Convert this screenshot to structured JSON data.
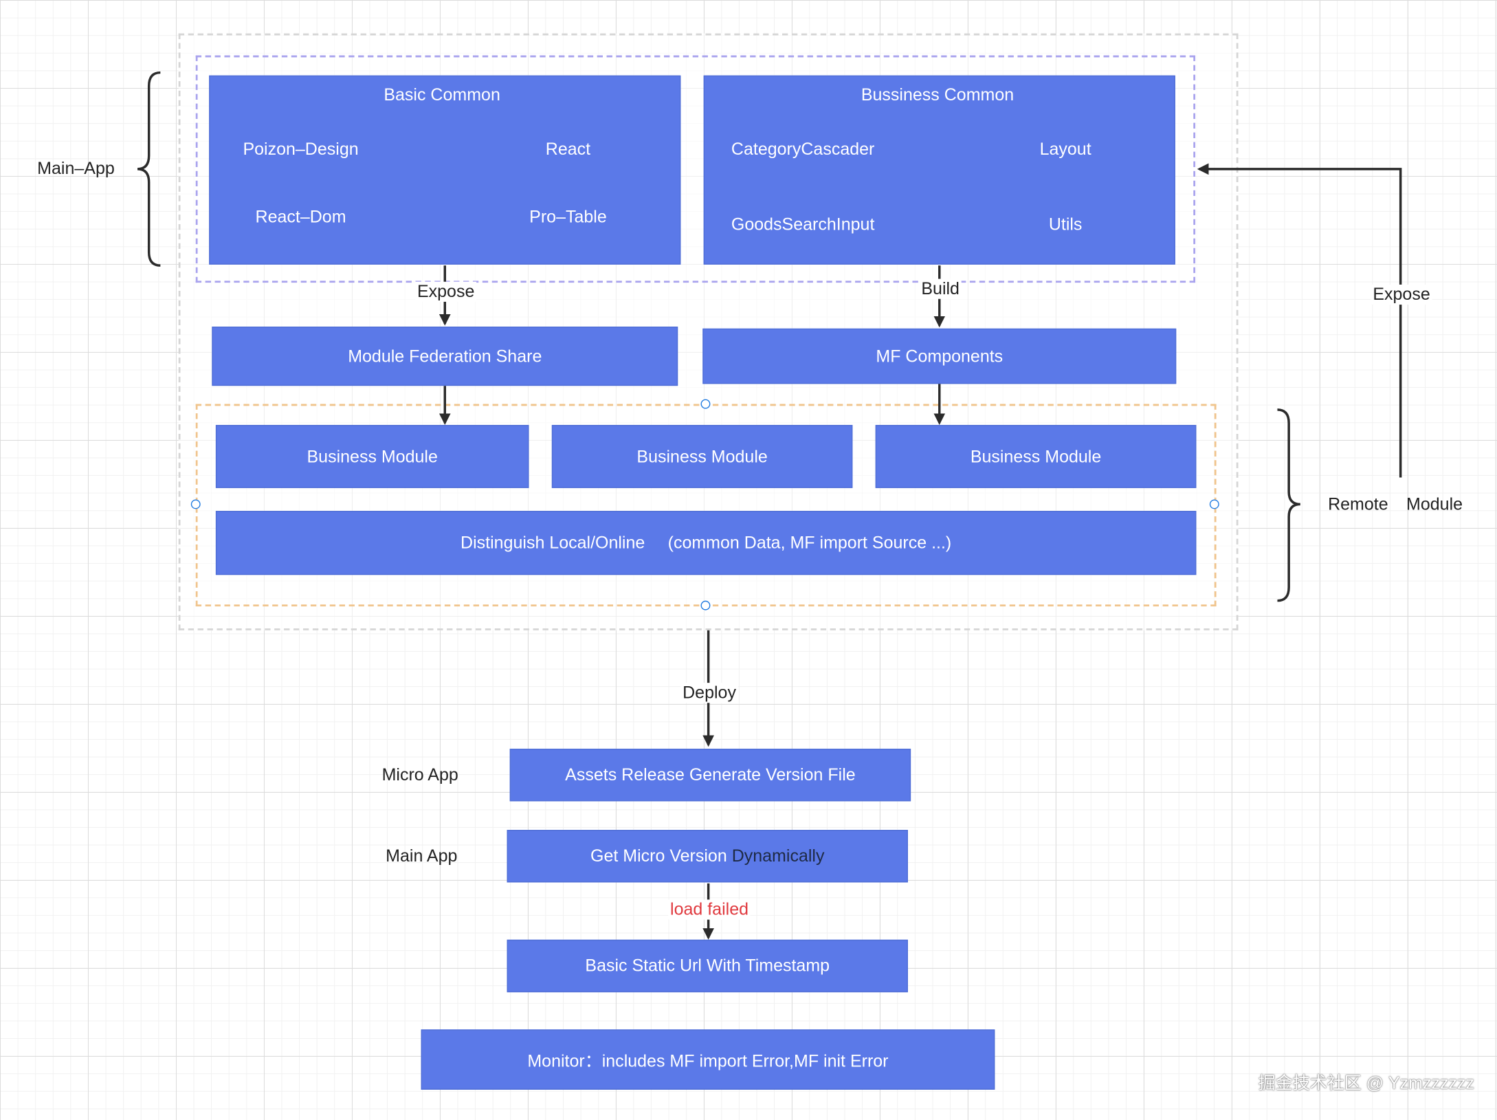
{
  "main_app_label": "Main–App",
  "remote_module_label": {
    "part1": "Remote",
    "part2": "Module"
  },
  "basic_common": {
    "title": "Basic Common",
    "items": [
      "Poizon–Design",
      "React",
      "React–Dom",
      "Pro–Table"
    ]
  },
  "business_common": {
    "title": "Bussiness Common",
    "items": [
      "CategoryCascader",
      "Layout",
      "GoodsSearchInput",
      "Utils"
    ]
  },
  "edge_labels": {
    "expose_left": "Expose",
    "build": "Build",
    "expose_right": "Expose",
    "deploy": "Deploy",
    "load_failed": "load failed"
  },
  "module_federation_share": "Module Federation Share",
  "mf_components": "MF Components",
  "business_modules": [
    "Business Module",
    "Business Module",
    "Business Module"
  ],
  "distinguish": {
    "part1": "Distinguish Local/Online",
    "part2": "(common Data, MF import Source ...)"
  },
  "micro_app_label": "Micro App",
  "main_app_row_label": "Main App",
  "assets_release": "Assets Release Generate Version File",
  "get_micro_version": {
    "part1": "Get Micro Version ",
    "part2": "Dynamically"
  },
  "basic_static_url": "Basic Static Url With Timestamp",
  "monitor": "Monitor：includes MF import Error,MF init Error",
  "watermark": "掘金技术社区 @ Yzmzzzzzz",
  "colors": {
    "box_fill": "#5b79e8",
    "group_purple": "#a9a3ee",
    "group_orange": "#f0c48c",
    "error_text": "#e0393e",
    "handle": "#1f7ae0"
  }
}
